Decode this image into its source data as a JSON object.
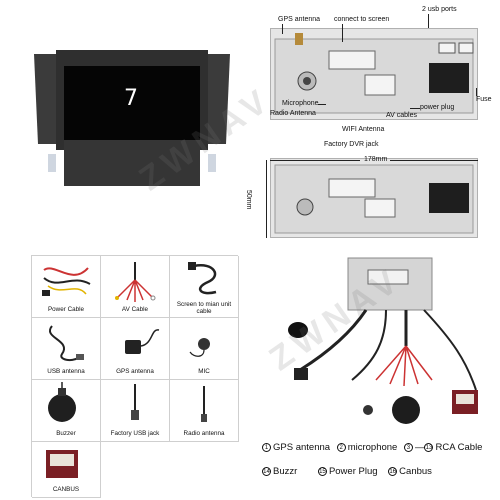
{
  "screen_digit": "7",
  "watermark": "ZWNAV",
  "rear_labels": {
    "gps_antenna": "GPS antenna",
    "connect_to_screen": "connect to screen",
    "usb_ports": "2 usb ports",
    "microphone": "Microphone",
    "radio_antenna": "Radio Antenna",
    "av_cables": "AV cables",
    "power_plug": "power plug",
    "fuse": "Fuse",
    "wifi_antenna": "WIFI Antenna",
    "factory_dvr_jack": "Factory DVR jack"
  },
  "dimensions": {
    "width": "178mm",
    "height": "50mm"
  },
  "accessories": [
    {
      "label": "Power Cable"
    },
    {
      "label": "AV Cable"
    },
    {
      "label": "Screen to mian unit cable"
    },
    {
      "label": "USB antenna"
    },
    {
      "label": "GPS antenna"
    },
    {
      "label": "MIC"
    },
    {
      "label": "Buzzer"
    },
    {
      "label": "Factory USB jack"
    },
    {
      "label": "Radio antenna"
    },
    {
      "label": "CANBUS"
    }
  ],
  "legend": [
    {
      "num": "1",
      "text": "GPS antenna"
    },
    {
      "num": "2",
      "text": "microphone"
    },
    {
      "num": "3",
      "text": "—"
    },
    {
      "num": "13",
      "text": "RCA Cable"
    },
    {
      "num": "14",
      "text": "Buzzr"
    },
    {
      "num": "15",
      "text": "Power Plug"
    },
    {
      "num": "16",
      "text": "Canbus"
    }
  ]
}
